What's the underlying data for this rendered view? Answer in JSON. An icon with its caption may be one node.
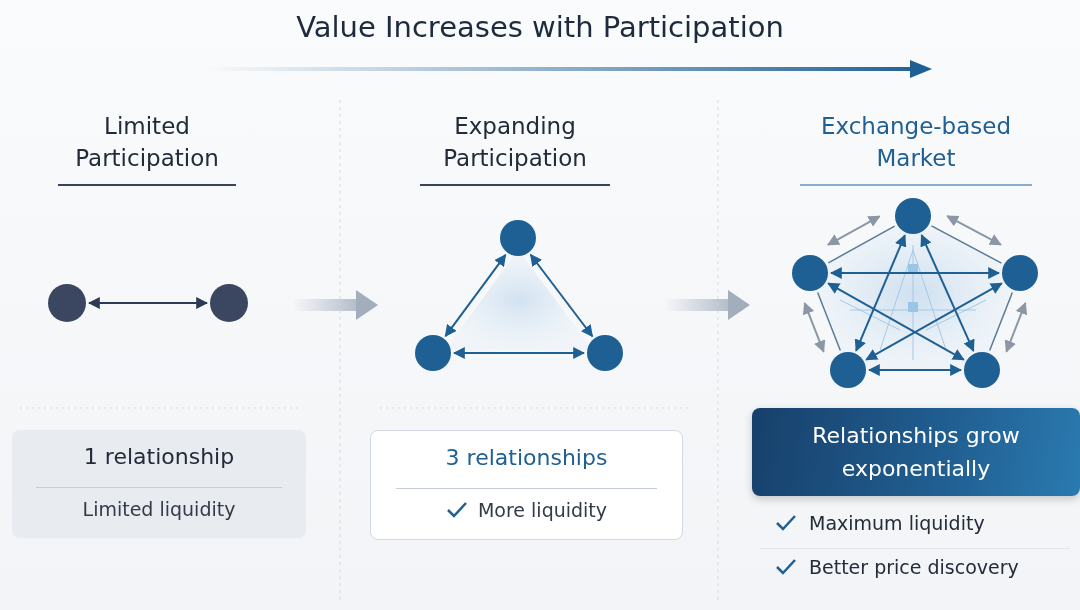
{
  "diagram": {
    "title": "Value Increases with Participation",
    "nodes": [
      {
        "text": [],
        "shape": "circle"
      },
      {
        "text": [],
        "shape": "circle"
      },
      {
        "text": [],
        "shape": "circle"
      },
      {
        "text": [],
        "shape": "circle"
      },
      {
        "text": [],
        "shape": "circle"
      },
      {
        "text": [],
        "shape": "circle"
      },
      {
        "text": [],
        "shape": "circle"
      },
      {
        "text": [],
        "shape": "circle"
      },
      {
        "text": [],
        "shape": "circle"
      },
      {
        "text": [],
        "shape": "circle"
      },
      {
        "text": [
          "1 relationship",
          "Limited liquidity"
        ]
      },
      {
        "text": [
          "3 relationships",
          "More liquidity"
        ]
      },
      {
        "text": [
          "Relationships grow exponentially"
        ]
      }
    ],
    "edges": [
      {
        "from": 0,
        "to": 1,
        "arrow": "both",
        "color": "#2c3a55"
      },
      {
        "from": 2,
        "to": 3,
        "arrow": "both"
      },
      {
        "from": 2,
        "to": 4,
        "arrow": "both"
      },
      {
        "from": 3,
        "to": 4,
        "arrow": "both"
      },
      {
        "from": 6,
        "to": 7,
        "arrow": "both"
      },
      {
        "from": 5,
        "to": 8,
        "arrow": "both"
      },
      {
        "from": 5,
        "to": 9,
        "arrow": "both"
      },
      {
        "from": 6,
        "to": 9,
        "arrow": "both"
      },
      {
        "from": 7,
        "to": 8,
        "arrow": "both"
      },
      {
        "from": 8,
        "to": 9,
        "arrow": "both"
      },
      {
        "from": 5,
        "to": 6,
        "arrow": "none",
        "color": "#5a7a99"
      },
      {
        "from": 5,
        "to": 7,
        "arrow": "none",
        "color": "#5a7a99"
      },
      {
        "from": 6,
        "to": 8,
        "arrow": "none",
        "color": "#5a7a99"
      },
      {
        "from": 7,
        "to": 9,
        "arrow": "none",
        "color": "#5a7a99"
      },
      {
        "from": 5,
        "to": 6,
        "arrow": "both",
        "color": "#8c97a6"
      },
      {
        "from": 5,
        "to": 7,
        "arrow": "both",
        "color": "#8c97a6"
      },
      {
        "from": 6,
        "to": 8,
        "arrow": "both",
        "color": "#8c97a6"
      },
      {
        "from": 7,
        "to": 9,
        "arrow": "both",
        "color": "#8c97a6"
      }
    ],
    "labels": [
      "Limited Participation",
      "Expanding Participation",
      "Exchange-based Market",
      "Maximum liquidity",
      "Better price discovery"
    ]
  }
}
